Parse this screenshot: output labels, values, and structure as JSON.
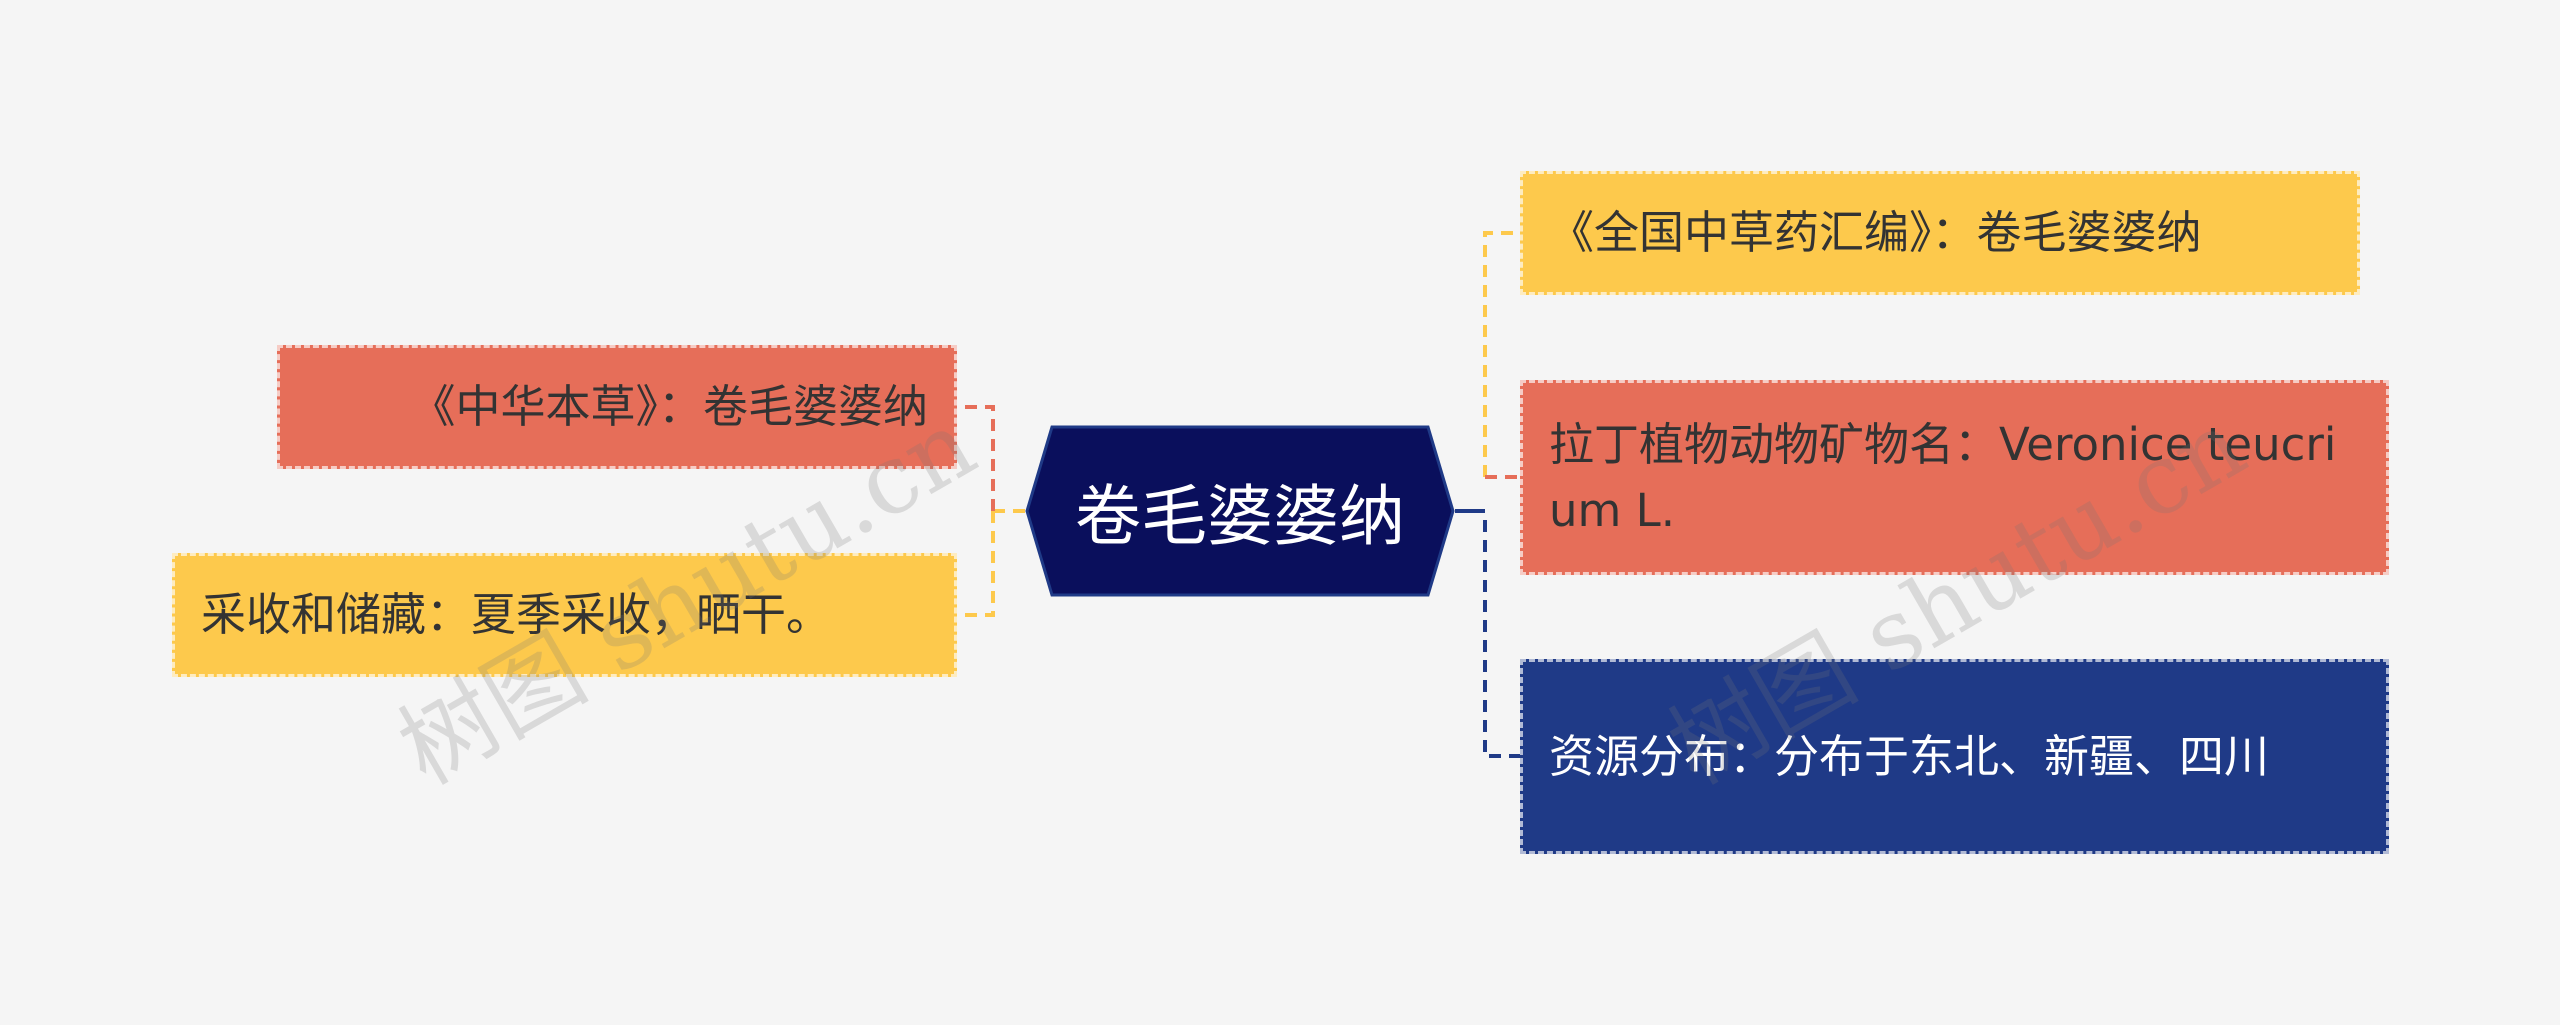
{
  "center": {
    "label": "卷毛婆婆纳",
    "color": "#0a0f5c"
  },
  "left_nodes": [
    {
      "label": "《中华本草》：卷毛婆婆纳",
      "color": "#e66e59"
    },
    {
      "label": "采收和储藏：夏季采收，晒干。",
      "color": "#fdc94c"
    }
  ],
  "right_nodes": [
    {
      "label": "《全国中草药汇编》：卷毛婆婆纳",
      "color": "#fdc94c"
    },
    {
      "label": "拉丁植物动物矿物名：Veronice teucrium L.",
      "color": "#e66e59"
    },
    {
      "label": "资源分布：分布于东北、新疆、四川",
      "color": "#1f3a87"
    }
  ],
  "watermark": {
    "text": "树图 shutu.cn"
  }
}
